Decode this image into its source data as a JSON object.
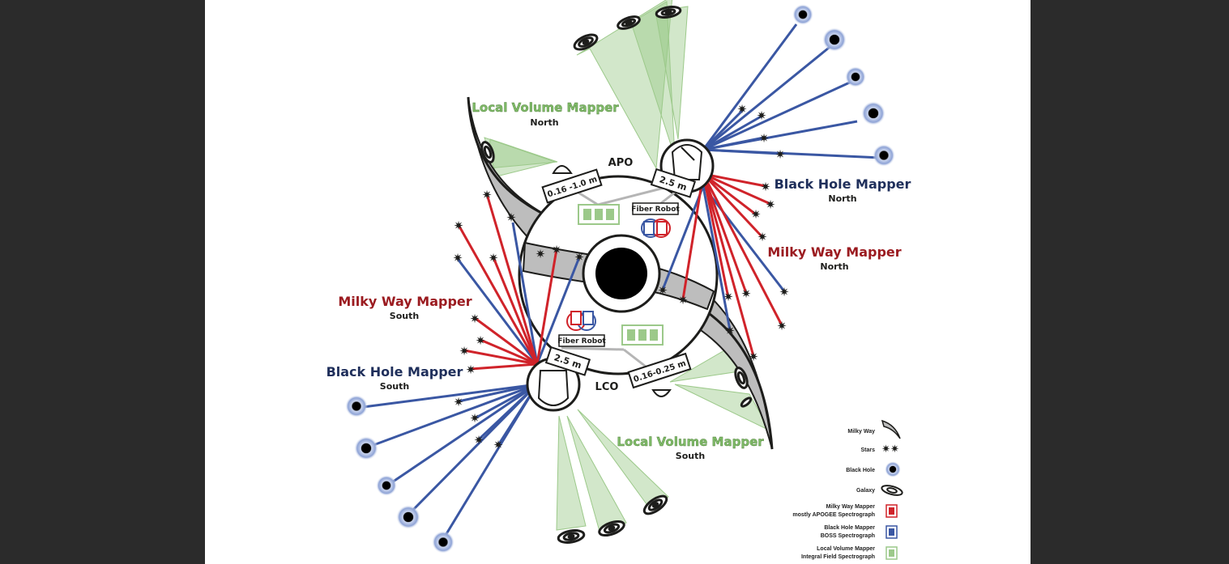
{
  "labels": {
    "lvm_north": {
      "name": "Local Volume Mapper",
      "sub": "North"
    },
    "lvm_south": {
      "name": "Local Volume Mapper",
      "sub": "South"
    },
    "bhm_north": {
      "name": "Black Hole Mapper",
      "sub": "North"
    },
    "bhm_south": {
      "name": "Black Hole Mapper",
      "sub": "South"
    },
    "mwm_north": {
      "name": "Milky Way Mapper",
      "sub": "North"
    },
    "mwm_south": {
      "name": "Milky Way Mapper",
      "sub": "South"
    },
    "apo": "APO",
    "lco": "LCO",
    "apo_telescope": "2.5 m",
    "lco_telescope": "2.5 m",
    "apo_lvm_telescope": "0.16 -1.0 m",
    "lco_lvm_telescope": "0.16-0.25 m",
    "fiber_robot_north": "Fiber Robot",
    "fiber_robot_south": "Fiber Robot"
  },
  "legend": {
    "milky_way": "Milky Way",
    "stars": "Stars",
    "black_hole": "Black Hole",
    "galaxy": "Galaxy",
    "mwm_line1": "Milky Way Mapper",
    "mwm_line2": "mostly APOGEE Spectrograph",
    "bhm_line1": "Black Hole Mapper",
    "bhm_line2": "BOSS Spectrograph",
    "lvm_line1": "Local Volume Mapper",
    "lvm_line2": "Integral Field Spectrograph"
  },
  "colors": {
    "mwm": "#d0232a",
    "bhm": "#3a57a3",
    "lvm": "#9cc98a",
    "lvm_text": "#7fba68",
    "dark": "#1d1d1b",
    "bhm_text": "#1f2f5b",
    "mwm_text": "#9b1b20"
  }
}
